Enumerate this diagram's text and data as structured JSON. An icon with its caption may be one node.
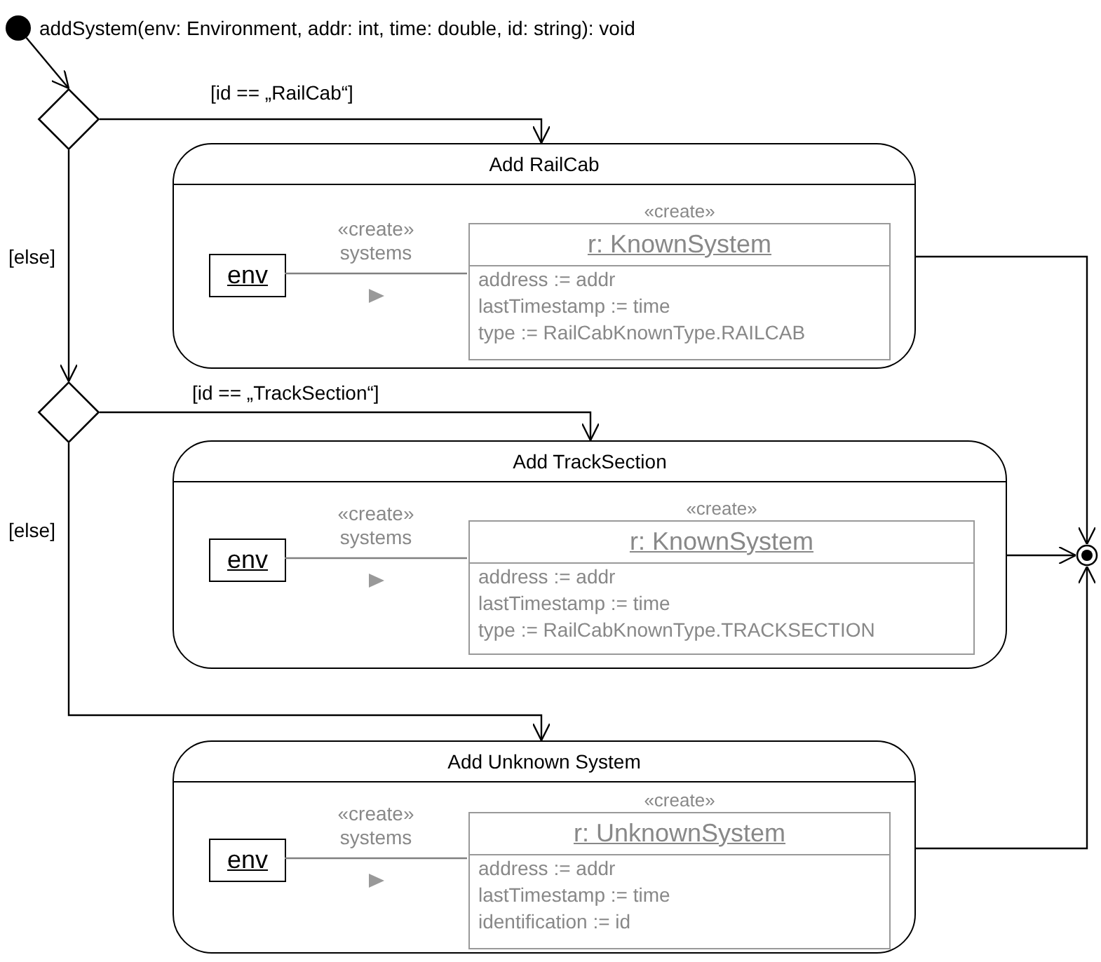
{
  "diagram": {
    "nodes": [
      {
        "text": [],
        "shape": "circle",
        "beside": [
          "addSystem(env: Environment, addr: int, time: double, id: string): void"
        ]
      },
      {
        "text": [],
        "shape": "diamond"
      },
      {
        "text": [
          "Add RailCab"
        ]
      },
      {
        "text": [
          "env"
        ],
        "in": 2
      },
      {
        "text": [
          "«create»",
          "r: KnownSystem",
          "address := addr",
          "lastTimestamp := time",
          "type := RailCabKnownType.RAILCAB"
        ],
        "in": 2
      },
      {
        "text": [],
        "shape": "diamond"
      },
      {
        "text": [
          "Add TrackSection"
        ]
      },
      {
        "text": [
          "env"
        ],
        "in": 6
      },
      {
        "text": [
          "«create»",
          "r: KnownSystem",
          "address := addr",
          "lastTimestamp := time",
          "type := RailCabKnownType.TRACKSECTION"
        ],
        "in": 6
      },
      {
        "text": [
          "Add Unknown System"
        ]
      },
      {
        "text": [
          "env"
        ],
        "in": 9
      },
      {
        "text": [
          "«create»",
          "r: UnknownSystem",
          "address := addr",
          "lastTimestamp := time",
          "identification := id"
        ],
        "in": 9
      },
      {
        "text": [],
        "shape": "circle"
      }
    ],
    "edges": [
      {
        "from": 0,
        "to": 1,
        "arrow": "to"
      },
      {
        "from": 1,
        "to": 2,
        "arrow": "to",
        "label": "[id == „RailCab“]"
      },
      {
        "from": 1,
        "to": 5,
        "arrow": "to",
        "label": "[else]"
      },
      {
        "from": 5,
        "to": 6,
        "arrow": "to",
        "label": "[id == „TrackSection“]"
      },
      {
        "from": 5,
        "to": 9,
        "arrow": "to",
        "label": "[else]"
      },
      {
        "from": 2,
        "to": 12,
        "arrow": "to"
      },
      {
        "from": 6,
        "to": 12,
        "arrow": "to"
      },
      {
        "from": 9,
        "to": 12,
        "arrow": "to"
      },
      {
        "from": 3,
        "to": 4,
        "arrow": "none",
        "label": "«create» systems",
        "color": "#808080"
      },
      {
        "from": 7,
        "to": 8,
        "arrow": "none",
        "label": "«create» systems",
        "color": "#808080"
      },
      {
        "from": 10,
        "to": 11,
        "arrow": "none",
        "label": "«create» systems",
        "color": "#808080"
      }
    ]
  }
}
